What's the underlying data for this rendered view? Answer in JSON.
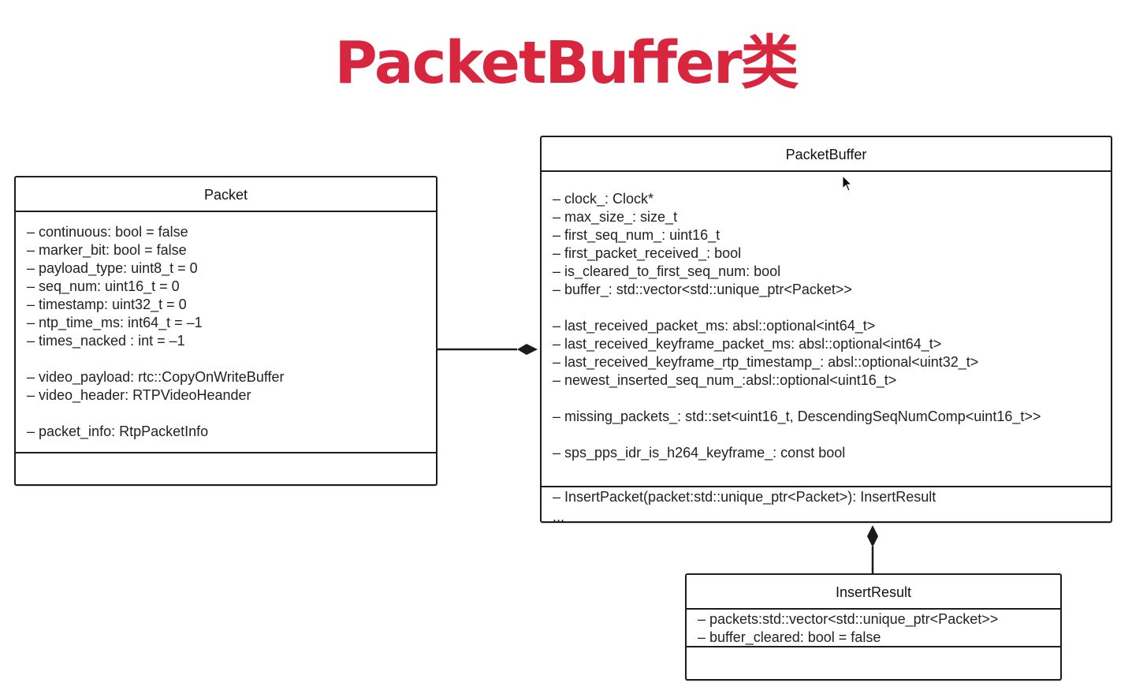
{
  "title": "PacketBuffer类",
  "classes": {
    "packet": {
      "name": "Packet",
      "attributes": [
        "– continuous: bool = false",
        "– marker_bit: bool = false",
        "– payload_type: uint8_t = 0",
        "– seq_num: uint16_t = 0",
        "– timestamp: uint32_t = 0",
        "– ntp_time_ms: int64_t = –1",
        "– times_nacked : int = –1",
        "",
        "– video_payload: rtc::CopyOnWriteBuffer",
        "– video_header: RTPVideoHeander",
        "",
        "– packet_info: RtpPacketInfo"
      ],
      "operations": []
    },
    "packetbuffer": {
      "name": "PacketBuffer",
      "attributes": [
        "– clock_: Clock*",
        "– max_size_: size_t",
        "– first_seq_num_: uint16_t",
        "– first_packet_received_: bool",
        "– is_cleared_to_first_seq_num: bool",
        "– buffer_: std::vector<std::unique_ptr<Packet>>",
        "",
        "– last_received_packet_ms: absl::optional<int64_t>",
        "– last_received_keyframe_packet_ms: absl::optional<int64_t>",
        "– last_received_keyframe_rtp_timestamp_: absl::optional<uint32_t>",
        "– newest_inserted_seq_num_:absl::optional<uint16_t>",
        "",
        "– missing_packets_: std::set<uint16_t, DescendingSeqNumComp<uint16_t>>",
        "",
        "– sps_pps_idr_is_h264_keyframe_: const bool"
      ],
      "operations": [
        "– InsertPacket(packet:std::unique_ptr<Packet>): InsertResult",
        "..."
      ]
    },
    "insertresult": {
      "name": "InsertResult",
      "attributes": [
        "– packets:std::vector<std::unique_ptr<Packet>>",
        "– buffer_cleared: bool = false"
      ],
      "operations": []
    }
  },
  "relations": [
    {
      "type": "composition",
      "whole": "PacketBuffer",
      "part": "Packet"
    },
    {
      "type": "composition",
      "whole": "PacketBuffer",
      "part": "InsertResult"
    }
  ],
  "colors": {
    "title": "#d7263d",
    "border": "#1c1c1c",
    "text": "#222222"
  },
  "icons": {
    "cursor": "mouse-pointer-icon"
  }
}
